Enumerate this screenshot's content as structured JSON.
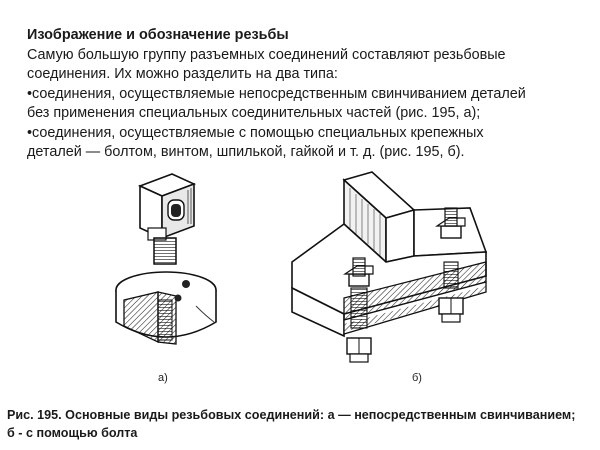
{
  "section": {
    "title": "Изображение и обозначение резьбы",
    "paragraph": [
      "Самую большую группу разъемных соединений составляют резьбовые",
      "соединения. Их можно разделить на два типа:",
      "•соединения, осуществляемые непосредственным свинчиванием деталей",
      "без применения специальных соединительных частей (рис. 195, а);",
      "•соединения, осуществляемые с помощью специальных крепежных",
      "деталей — болтом, винтом, шпилькой, гайкой и т. д. (рис. 195, б)."
    ]
  },
  "figure": {
    "label_a": "а)",
    "label_b": "б)"
  },
  "caption": {
    "line1": "Рис. 195. Основные виды резьбовых соединений: а — непосредственным свинчиванием;",
    "line2": "б - с помощью болта"
  }
}
